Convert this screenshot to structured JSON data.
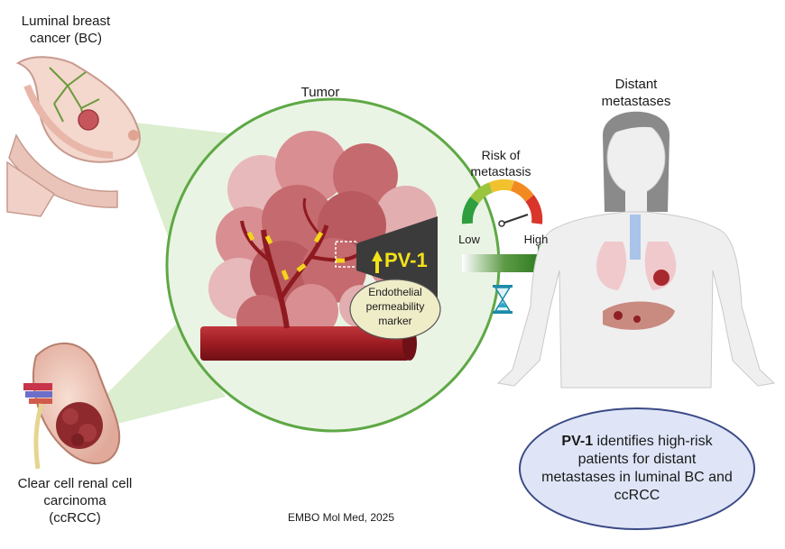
{
  "labels": {
    "breast": "Luminal breast\ncancer (BC)",
    "tumor": "Tumor",
    "metastases": "Distant\nmetastases",
    "risk": "Risk of\nmetastasis",
    "low": "Low",
    "high": "High",
    "pv1": "PV-1",
    "endothelial": "Endothelial\npermeability\nmarker",
    "kidney": "Clear cell renal cell\ncarcinoma\n(ccRCC)",
    "citation": "EMBO Mol Med, 2025"
  },
  "summary": {
    "bold": "PV-1",
    "rest": " identifies high-risk patients for distant metastases in luminal BC and ccRCC"
  },
  "colors": {
    "circle_border": "#5ea845",
    "pv1_text": "#f3e21a",
    "arrow_green": "#2f7d23",
    "vessel": "#9c1c22",
    "tumor_cells": "#c56a6e",
    "gauge": [
      "#2e9e3e",
      "#9bc53d",
      "#f2c12e",
      "#f28a22",
      "#d9352a"
    ]
  }
}
